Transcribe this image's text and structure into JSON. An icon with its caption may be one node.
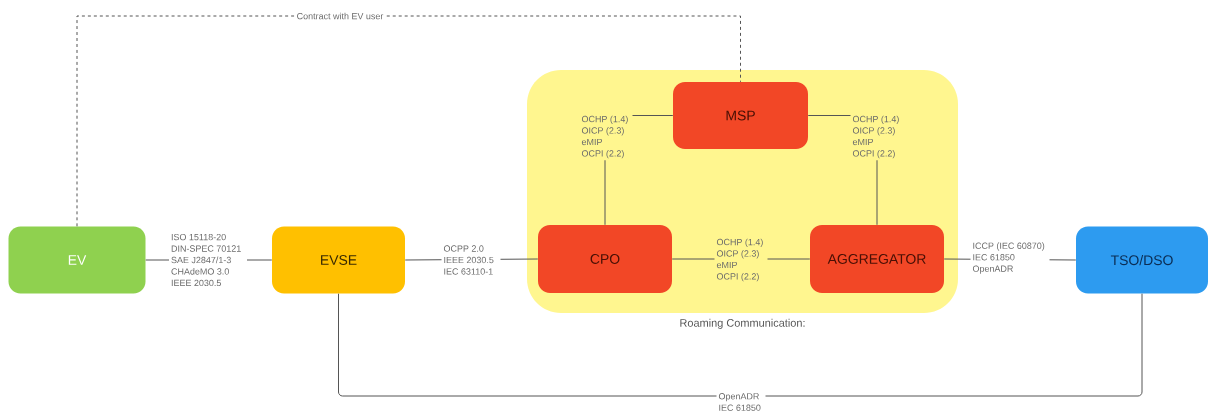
{
  "diagram": {
    "nodes": [
      {
        "text": [
          "EV"
        ]
      },
      {
        "text": [
          "EVSE"
        ]
      },
      {
        "text": [
          "Roaming Communication:"
        ]
      },
      {
        "text": [
          "MSP"
        ],
        "in": 2
      },
      {
        "text": [
          "CPO"
        ],
        "in": 2
      },
      {
        "text": [
          "AGGREGATOR"
        ],
        "in": 2
      },
      {
        "text": [
          "TSO/DSO"
        ]
      }
    ],
    "edges": [
      {
        "from": 0,
        "to": 1,
        "arrow": "none",
        "label": "ISO 15118-20 DIN-SPEC 70121 SAE J2847/1-3 CHAdeMO 3.0 IEEE 2030.5"
      },
      {
        "from": 1,
        "to": 4,
        "arrow": "none",
        "label": "OCPP 2.0 IEEE 2030.5 IEC 63110-1"
      },
      {
        "from": 3,
        "to": 4,
        "arrow": "none",
        "label": "OCHP (1.4) OICP (2.3) eMIP OCPI (2.2)"
      },
      {
        "from": 3,
        "to": 5,
        "arrow": "none",
        "label": "OCHP (1.4) OICP (2.3) eMIP OCPI (2.2)"
      },
      {
        "from": 4,
        "to": 5,
        "arrow": "none",
        "label": "OCHP (1.4) OICP (2.3) eMIP OCPI (2.2)"
      },
      {
        "from": 5,
        "to": 6,
        "arrow": "none",
        "label": "ICCP (IEC 60870) IEC 61850 OpenADR"
      },
      {
        "from": 1,
        "to": 6,
        "arrow": "none",
        "label": "OpenADR IEC 61850"
      },
      {
        "from": 0,
        "to": 3,
        "arrow": "none",
        "style": "dashed",
        "label": "Contract with EV user"
      }
    ]
  }
}
